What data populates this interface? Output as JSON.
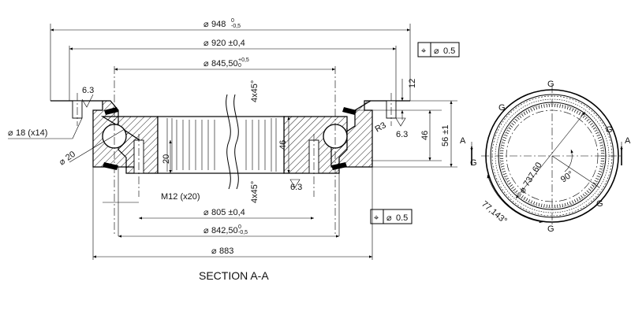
{
  "section": {
    "title": "SECTION A-A",
    "dimensions": {
      "d948": "948",
      "d948_tol_upper": "0",
      "d948_tol_lower": "-0,5",
      "d920": "920 ±0,4",
      "d845": "845,50",
      "d845_tol_upper": "+0,5",
      "d845_tol_lower": "0",
      "d805": "805 ±0,4",
      "d842": "842,50",
      "d842_tol_upper": "0",
      "d842_tol_lower": "-0,5",
      "d883": "883",
      "holes_18": "18 (x14)",
      "d20": "20",
      "m12": "M12 (x20)",
      "h20": "20",
      "h46_inner": "46",
      "h46_right": "46",
      "h56": "56 ±1",
      "h12": "12",
      "chamfer_top": "4x45°",
      "chamfer_bottom": "4x45°",
      "r3": "R3",
      "rough_left": "6.3",
      "rough_right": "6.3",
      "rough_bottom": "6.3"
    },
    "tolerance_frame_top": {
      "symbol": "⌖",
      "value": "0.5"
    },
    "tolerance_frame_bottom": {
      "symbol": "⌖",
      "value": "0.5"
    },
    "section_marks": {
      "left": "A",
      "right": "A"
    }
  },
  "plan_view": {
    "g_labels": [
      "G",
      "G",
      "G",
      "G",
      "G",
      "G"
    ],
    "d737": "737,60",
    "angle_90": "90°",
    "angle_77": "77,143°",
    "section_left": "A",
    "section_right": "A"
  },
  "icons": [
    "diameter-symbol",
    "position-tolerance-icon",
    "surface-roughness-icon",
    "section-arrow-icon"
  ]
}
